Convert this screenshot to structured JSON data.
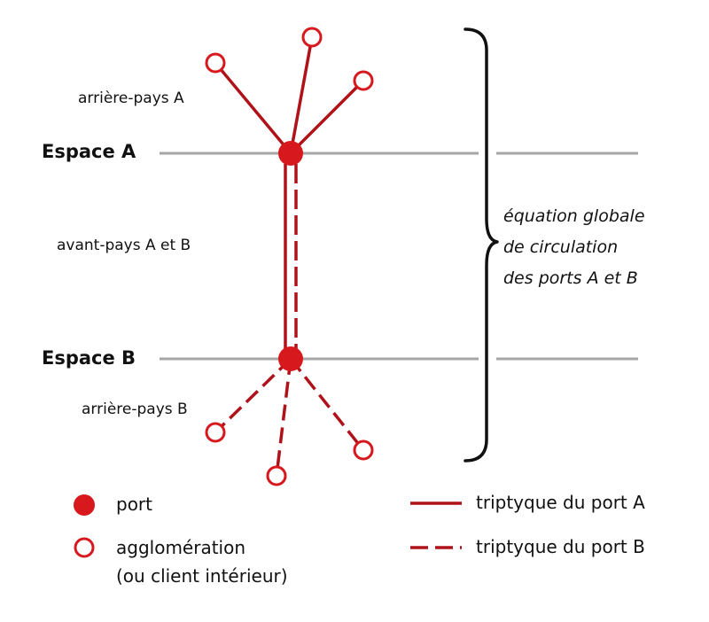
{
  "labels": {
    "espace_a": "Espace A",
    "espace_b": "Espace B",
    "arriere_pays_a": "arrière-pays A",
    "avant_pays": "avant-pays A et B",
    "arriere_pays_b": "arrière-pays B"
  },
  "equation": {
    "line1": "équation globale",
    "line2": "de circulation",
    "line3": "des ports A et B"
  },
  "legend": {
    "port": "port",
    "agglomeration_line1": "agglomération",
    "agglomeration_line2": "(ou client intérieur)",
    "triptyque_a": "triptyque du port A",
    "triptyque_b": "triptyque du port B"
  },
  "colors": {
    "accent_red": "#d7181d",
    "link_red": "#b0121a",
    "axis_gray": "#a6a6a6",
    "text": "#111111"
  },
  "icons": {
    "port": "filled-red-circle",
    "agglomeration": "open-red-circle",
    "brace": "right-curly-brace"
  }
}
